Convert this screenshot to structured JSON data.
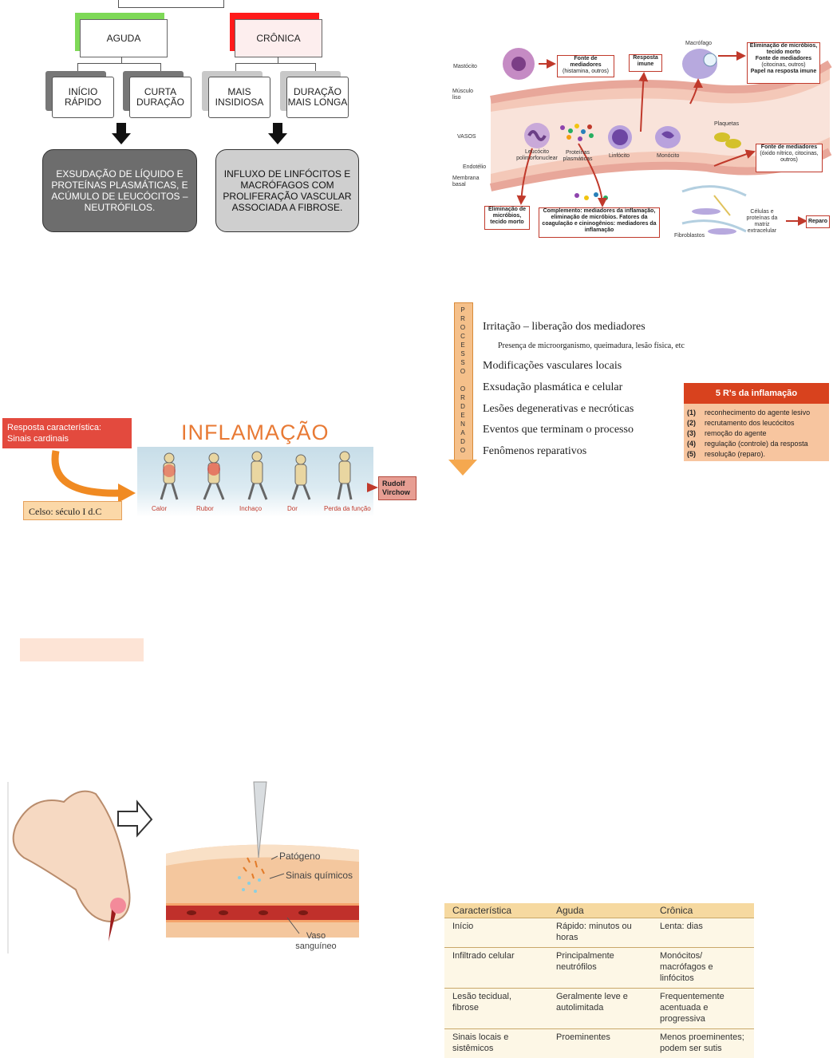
{
  "flow": {
    "acute": {
      "title": "AGUDA",
      "sub": [
        "INÍCIO RÁPIDO",
        "CURTA DURAÇÃO"
      ],
      "result": "EXSUDAÇÃO DE LÍQUIDO E PROTEÍNAS PLASMÁTICAS, E ACÚMULO DE LEUCÓCITOS – NEUTRÓFILOS.",
      "accent": "#7ed957"
    },
    "chronic": {
      "title": "CRÔNICA",
      "sub": [
        "MAIS INSIDIOSA",
        "DURAÇÃO MAIS LONGA"
      ],
      "result": "INFLUXO DE LINFÓCITOS E MACRÓFAGOS COM PROLIFERAÇÃO VASCULAR ASSOCIADA A FIBROSE.",
      "accent": "#ff1a1a"
    }
  },
  "vessel": {
    "labels": {
      "mastocito": "Mastócito",
      "musculo": "Músculo liso",
      "vasos": "VASOS",
      "endotelio": "Endotélio",
      "membrana": "Membrana basal",
      "macrofago": "Macrófago",
      "plaquetas": "Plaquetas",
      "leucocito": "Leucócito polimorfonuclear",
      "proteinas": "Proteínas plasmáticas",
      "linfocito": "Linfócito",
      "monocito": "Monócito",
      "fibroblastos": "Fibroblastos",
      "celulas": "Células e proteínas da matriz extracelular"
    },
    "boxes": {
      "fonte1_title": "Fonte de mediadores",
      "fonte1_sub": "(histamina, outros)",
      "resposta": "Resposta imune",
      "macro_1": "Eliminação de micróbios, tecido morto",
      "macro_2": "Fonte de mediadores",
      "macro_2sub": "(citocinas, outros)",
      "macro_3": "Papel na resposta imune",
      "fonte2_title": "Fonte de mediadores",
      "fonte2_sub": "(óxido nítrico, citocinas, outros)",
      "elim": "Eliminação de micróbios, tecido morto",
      "comp": "Complemento: mediadores da inflamação, eliminação de micróbios. Fatores da coagulação e cininogênios: mediadores da inflamação",
      "reparo": "Reparo"
    }
  },
  "process": {
    "vertical": [
      "P",
      "R",
      "O",
      "C",
      "E",
      "S",
      "S",
      "O",
      "",
      "O",
      "R",
      "D",
      "E",
      "N",
      "A",
      "D",
      "O"
    ],
    "items": [
      "Irritação – liberação dos mediadores",
      "Presença de microorganismo, queimadura, lesão física, etc",
      "Modificações vasculares locais",
      "Exsudação plasmática e celular",
      "Lesões degenerativas e necróticas",
      "Eventos que terminam o processo",
      "Fenômenos reparativos"
    ]
  },
  "fiveR": {
    "title": "5 R's da inflamação",
    "items": [
      {
        "n": "(1)",
        "t": "reconhecimento do agente lesivo"
      },
      {
        "n": "(2)",
        "t": "recrutamento dos leucócitos"
      },
      {
        "n": "(3)",
        "t": "remoção do agente"
      },
      {
        "n": "(4)",
        "t": "regulação (controle) da resposta"
      },
      {
        "n": "(5)",
        "t": "resolução (reparo)."
      }
    ]
  },
  "cardinal": {
    "resposta": "Resposta característica: Sinais cardinais",
    "titulo": "INFLAMAÇÃO",
    "sinais": [
      "Calor",
      "Rubor",
      "Inchaço",
      "Dor",
      "Perda da função"
    ],
    "celso": "Celso: século I d.C",
    "virchow": "Rudolf Virchow"
  },
  "skin": {
    "patogeno": "Patógeno",
    "sinais": "Sinais químicos",
    "vaso": "Vaso sanguíneo"
  },
  "table": {
    "headers": [
      "Característica",
      "Aguda",
      "Crônica"
    ],
    "rows": [
      [
        "Início",
        "Rápido: minutos ou horas",
        "Lenta: dias"
      ],
      [
        "Infiltrado celular",
        "Principalmente neutrófilos",
        "Monócitos/ macrófagos e linfócitos"
      ],
      [
        "Lesão tecidual, fibrose",
        "Geralmente leve e autolimitada",
        "Frequentemente acentuada e progressiva"
      ],
      [
        "Sinais locais e sistêmicos",
        "Proeminentes",
        "Menos proeminentes; podem ser sutis"
      ]
    ]
  }
}
